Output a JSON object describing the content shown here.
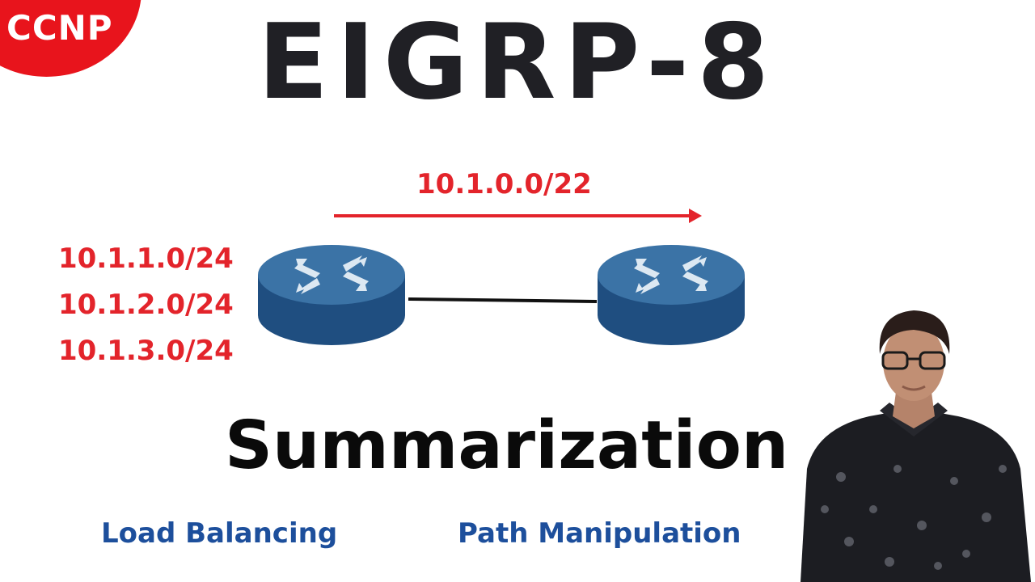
{
  "badge": {
    "label": "CCNP",
    "color": "#e8141c"
  },
  "title": "EIGRP-8",
  "diagram": {
    "summary_route": "10.1.0.0/22",
    "subnets": [
      "10.1.1.0/24",
      "10.1.2.0/24",
      "10.1.3.0/24"
    ],
    "router_icon": "router-icon",
    "router_color": "#2d5f8f",
    "route_color": "#e3242b"
  },
  "subject": "Summarization",
  "topics": {
    "left": "Load Balancing",
    "right": "Path Manipulation",
    "color": "#1d4f9c"
  }
}
